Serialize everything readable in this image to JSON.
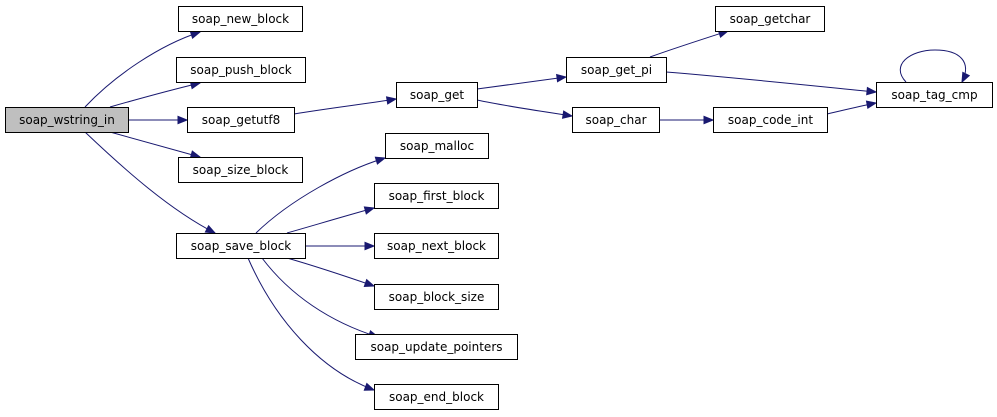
{
  "diagram": {
    "nodes": [
      {
        "id": "soap_wstring_in",
        "label": "soap_wstring_in",
        "root": true
      },
      {
        "id": "soap_new_block",
        "label": "soap_new_block"
      },
      {
        "id": "soap_push_block",
        "label": "soap_push_block"
      },
      {
        "id": "soap_getutf8",
        "label": "soap_getutf8"
      },
      {
        "id": "soap_size_block",
        "label": "soap_size_block"
      },
      {
        "id": "soap_save_block",
        "label": "soap_save_block"
      },
      {
        "id": "soap_get",
        "label": "soap_get"
      },
      {
        "id": "soap_malloc",
        "label": "soap_malloc"
      },
      {
        "id": "soap_first_block",
        "label": "soap_first_block"
      },
      {
        "id": "soap_next_block",
        "label": "soap_next_block"
      },
      {
        "id": "soap_block_size",
        "label": "soap_block_size"
      },
      {
        "id": "soap_update_pointers",
        "label": "soap_update_pointers"
      },
      {
        "id": "soap_end_block",
        "label": "soap_end_block"
      },
      {
        "id": "soap_get_pi",
        "label": "soap_get_pi"
      },
      {
        "id": "soap_char",
        "label": "soap_char"
      },
      {
        "id": "soap_getchar",
        "label": "soap_getchar"
      },
      {
        "id": "soap_code_int",
        "label": "soap_code_int"
      },
      {
        "id": "soap_tag_cmp",
        "label": "soap_tag_cmp"
      }
    ],
    "edges": [
      {
        "from": "soap_wstring_in",
        "to": "soap_new_block"
      },
      {
        "from": "soap_wstring_in",
        "to": "soap_push_block"
      },
      {
        "from": "soap_wstring_in",
        "to": "soap_getutf8"
      },
      {
        "from": "soap_wstring_in",
        "to": "soap_size_block"
      },
      {
        "from": "soap_wstring_in",
        "to": "soap_save_block"
      },
      {
        "from": "soap_getutf8",
        "to": "soap_get"
      },
      {
        "from": "soap_get",
        "to": "soap_get_pi"
      },
      {
        "from": "soap_get",
        "to": "soap_char"
      },
      {
        "from": "soap_get_pi",
        "to": "soap_getchar"
      },
      {
        "from": "soap_get_pi",
        "to": "soap_tag_cmp"
      },
      {
        "from": "soap_char",
        "to": "soap_code_int"
      },
      {
        "from": "soap_code_int",
        "to": "soap_tag_cmp"
      },
      {
        "from": "soap_tag_cmp",
        "to": "soap_tag_cmp"
      },
      {
        "from": "soap_save_block",
        "to": "soap_malloc"
      },
      {
        "from": "soap_save_block",
        "to": "soap_first_block"
      },
      {
        "from": "soap_save_block",
        "to": "soap_next_block"
      },
      {
        "from": "soap_save_block",
        "to": "soap_block_size"
      },
      {
        "from": "soap_save_block",
        "to": "soap_update_pointers"
      },
      {
        "from": "soap_save_block",
        "to": "soap_end_block"
      }
    ],
    "colors": {
      "edge": "#191970",
      "node_border": "#000000",
      "node_fill": "#ffffff",
      "root_fill": "#bfbfbf"
    }
  }
}
